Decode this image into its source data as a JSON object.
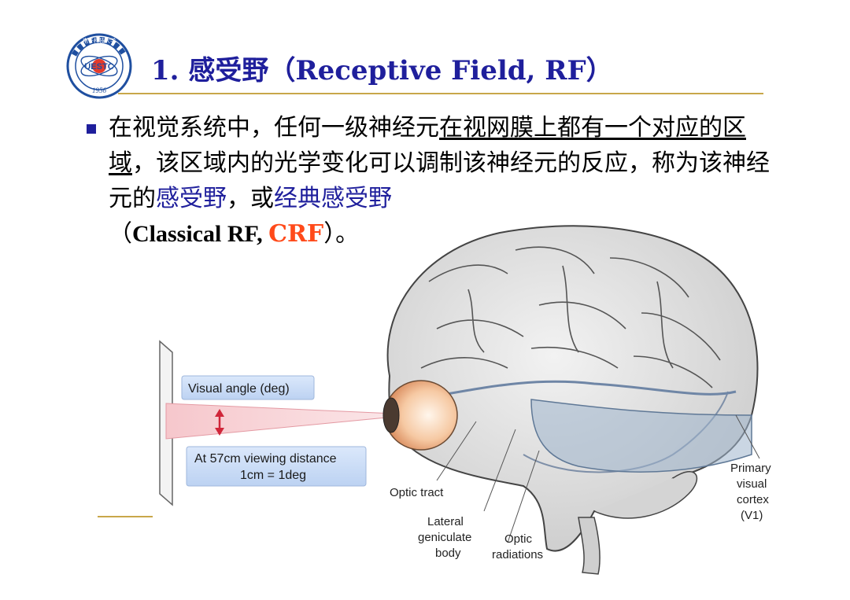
{
  "header": {
    "logo": {
      "center_text": "UESTC",
      "year": "1956",
      "ring_text": "电子科技大学"
    },
    "title": "1. 感受野（Receptive Field, RF）"
  },
  "bullet": {
    "seg1": "在视觉系统中，任何一级神经元",
    "seg2_underlined": "在视网膜上都有一个对应的区域",
    "seg3": "，该区域内的光学变化可以调制该神经元的反应，称为该神经元的",
    "seg4_blue": "感受野",
    "seg5": "，或",
    "seg6_blue": "经典感受野",
    "seg7": "（",
    "seg8_latin": "Classical RF, ",
    "seg9_orange": "CRF",
    "seg10": "）。"
  },
  "figure": {
    "visual_angle_label": "Visual angle (deg)",
    "distance_line1": "At 57cm viewing distance",
    "distance_line2": "1cm = 1deg",
    "optic_tract": "Optic tract",
    "lgn_line1": "Lateral",
    "lgn_line2": "geniculate",
    "lgn_line3": "body",
    "optic_radiations_line1": "Optic",
    "optic_radiations_line2": "radiations",
    "v1_line1": "Primary",
    "v1_line2": "visual",
    "v1_line3": "cortex",
    "v1_line4": "(V1)"
  },
  "colors": {
    "title": "#1f1f9c",
    "accent_orange": "#ff4a1a",
    "rule_gold": "#c8a74a"
  }
}
